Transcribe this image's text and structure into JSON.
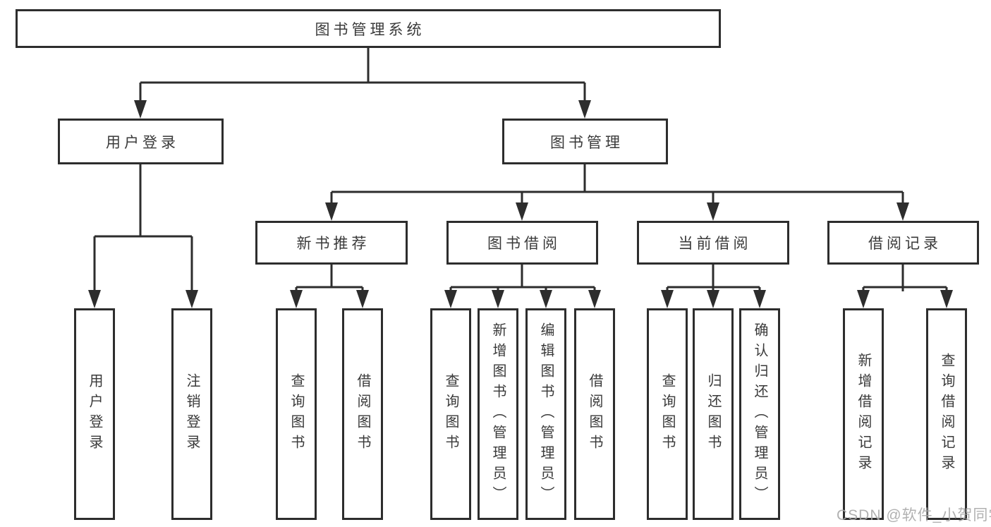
{
  "tree": {
    "root": "图书管理系统",
    "branches": [
      {
        "label": "用户登录",
        "children": [
          "用户登录",
          "注销登录"
        ]
      },
      {
        "label": "图书管理",
        "sections": [
          {
            "label": "新书推荐",
            "children": [
              "查询图书",
              "借阅图书"
            ]
          },
          {
            "label": "图书借阅",
            "children": [
              "查询图书",
              "新增图书（管理员）",
              "编辑图书（管理员）",
              "借阅图书"
            ]
          },
          {
            "label": "当前借阅",
            "children": [
              "查询图书",
              "归还图书",
              "确认归还（管理员）"
            ]
          },
          {
            "label": "借阅记录",
            "children": [
              "新增借阅记录",
              "查询借阅记录"
            ]
          }
        ]
      }
    ]
  },
  "watermark": {
    "text": "CSDN @软件_小贺同学"
  },
  "colors": {
    "line": "#2d2d2d",
    "text": "#3a3a3a",
    "box_background": "#ffffff",
    "page_background": "#ffffff",
    "watermark": "#a8a8a8"
  }
}
